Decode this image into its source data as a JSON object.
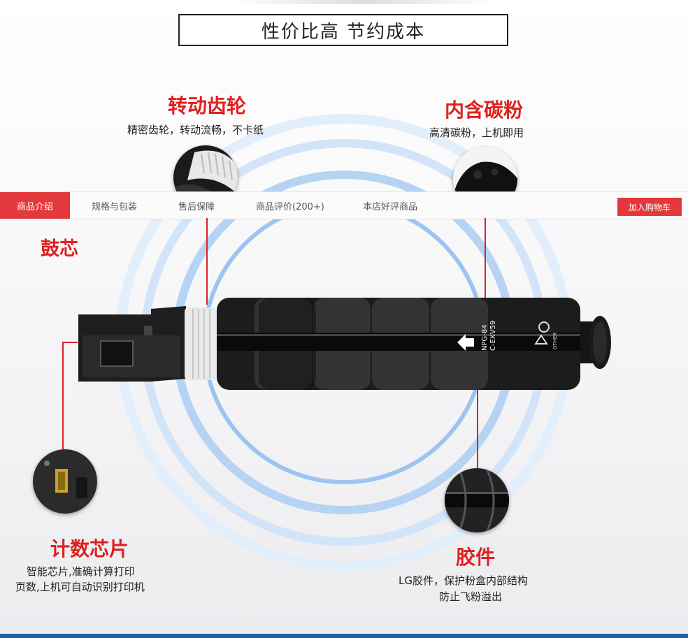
{
  "headline": "性价比高 节约成本",
  "features": {
    "gear": {
      "title": "转动齿轮",
      "desc": "精密齿轮，转动流畅，不卡纸"
    },
    "toner": {
      "title": "内含碳粉",
      "desc": "高清碳粉，上机即用"
    },
    "drum": {
      "title": "鼓芯"
    },
    "chip": {
      "title": "计数芯片",
      "desc_line1": "智能芯片,准确计算打印",
      "desc_line2": "页数,上机可自动识别打印机"
    },
    "seal": {
      "title": "胶件",
      "desc_line1": "LG胶件，保护粉盒内部结构",
      "desc_line2": "防止飞粉溢出"
    }
  },
  "tabs": [
    "商品介绍",
    "规格与包装",
    "售后保障",
    "商品评价(200+)",
    "本店好评商品"
  ],
  "cart_button": "加入购物车",
  "cartridge_label": {
    "line1": "NPG-84",
    "line2": "C-EXV59",
    "recycle": "OTHER"
  },
  "colors": {
    "accent_red": "#e4393c",
    "title_red": "#e02020",
    "halo_blue": "#9cc4f0"
  }
}
